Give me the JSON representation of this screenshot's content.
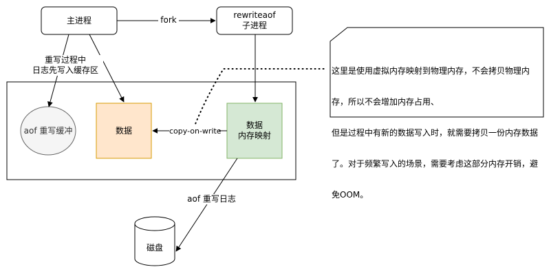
{
  "nodes": {
    "main_process": "主进程",
    "rewrite_process_line1": "rewriteaof",
    "rewrite_process_line2": "子进程",
    "data_parent": "数据",
    "data_child_line1": "数据",
    "data_child_line2": "内存映射",
    "aof_buffer": "aof 重写缓冲",
    "disk": "磁盘"
  },
  "edges": {
    "fork": "fork",
    "rewrite_log_line1": "重写过程中",
    "rewrite_log_line2": "日志先写入缓存区",
    "copy_on_write": "copy-on-write",
    "aof_rewrite_log": "aof 重写日志"
  },
  "note": {
    "line1": "这里是使用虚拟内存映射到物理内存，不会拷贝物理内",
    "line2": "存，所以不会增加内存占用、",
    "line3": "但是过程中有新的数据写入时，就需要拷贝一份内存数据",
    "line4": "了。对于频繁写入的场景，需要考虑这部分内存开销，避",
    "line5": "免OOM。"
  },
  "colors": {
    "data_parent_fill": "#ffe6cc",
    "data_parent_stroke": "#d79b00",
    "data_child_fill": "#d5e8d4",
    "data_child_stroke": "#82b366",
    "aof_buffer_fill": "#f5f5f5",
    "aof_buffer_stroke": "#666666"
  }
}
